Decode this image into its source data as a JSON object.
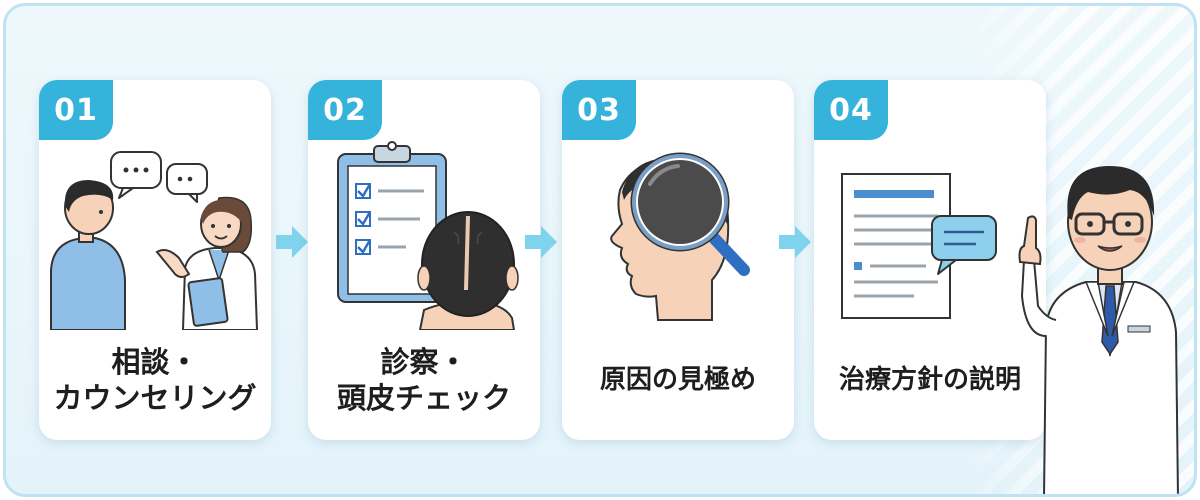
{
  "steps": [
    {
      "number": "01",
      "label_line1": "相談・",
      "label_line2": "カウンセリング"
    },
    {
      "number": "02",
      "label_line1": "診察・",
      "label_line2": "頭皮チェック"
    },
    {
      "number": "03",
      "label_line1": "原因の見極め",
      "label_line2": ""
    },
    {
      "number": "04",
      "label_line1": "治療方針の説明",
      "label_line2": ""
    }
  ],
  "colors": {
    "accent": "#35b3db",
    "arrow": "#7fd3ec",
    "frame_border": "#bfe3f0",
    "background": "#e9f6fb",
    "text": "#1e1e1e"
  },
  "icons": [
    "speech-bubble-icon",
    "clipboard-checklist-icon",
    "magnifier-icon",
    "document-icon",
    "arrow-right-icon"
  ]
}
